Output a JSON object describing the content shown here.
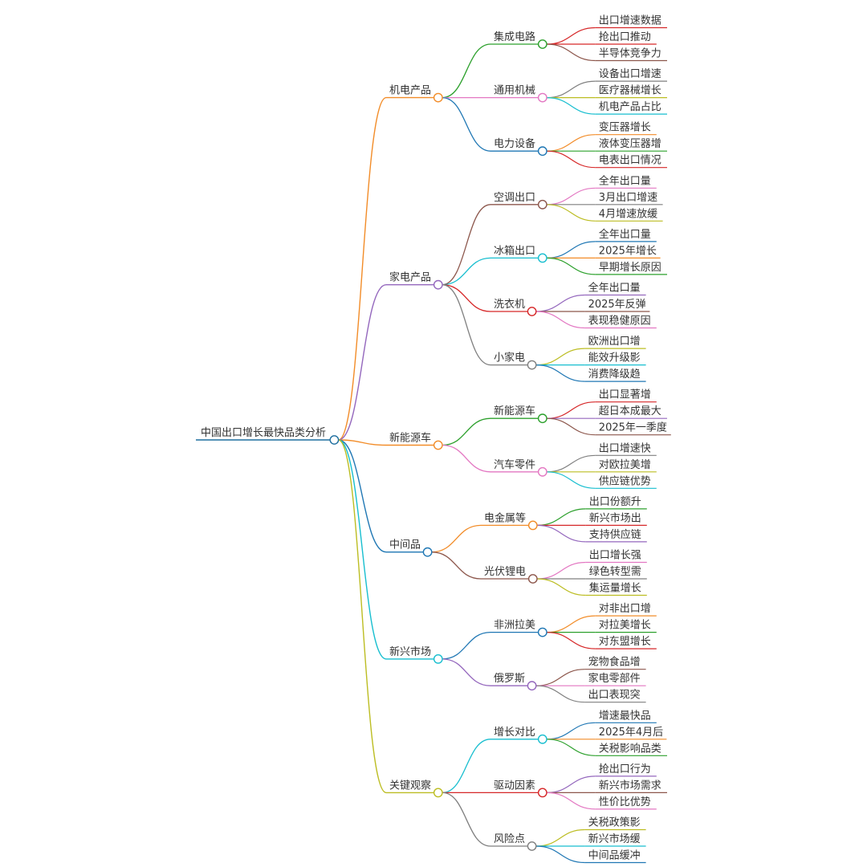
{
  "root": {
    "label": "中国出口增长最快品类分析",
    "color": "#1f6f9f"
  },
  "branches": [
    {
      "label": "机电产品",
      "color": "#f28c28",
      "children": [
        {
          "label": "集成电路",
          "color": "#2ca02c",
          "leaves": [
            {
              "label": "出口增速数据",
              "color": "#d62728"
            },
            {
              "label": "抢出口推动",
              "color": "#d62728"
            },
            {
              "label": "半导体竞争力",
              "color": "#8c564b"
            }
          ]
        },
        {
          "label": "通用机械",
          "color": "#e377c2",
          "leaves": [
            {
              "label": "设备出口增速",
              "color": "#7f7f7f"
            },
            {
              "label": "医疗器械增长",
              "color": "#bcbd22"
            },
            {
              "label": "机电产品占比",
              "color": "#17becf"
            }
          ]
        },
        {
          "label": "电力设备",
          "color": "#1f77b4",
          "leaves": [
            {
              "label": "变压器增长",
              "color": "#f28c28"
            },
            {
              "label": "液体变压器增",
              "color": "#2ca02c"
            },
            {
              "label": "电表出口情况",
              "color": "#d62728"
            }
          ]
        }
      ]
    },
    {
      "label": "家电产品",
      "color": "#9467bd",
      "children": [
        {
          "label": "空调出口",
          "color": "#8c564b",
          "leaves": [
            {
              "label": "全年出口量",
              "color": "#e377c2"
            },
            {
              "label": "3月出口增速",
              "color": "#7f7f7f"
            },
            {
              "label": "4月增速放缓",
              "color": "#bcbd22"
            }
          ]
        },
        {
          "label": "冰箱出口",
          "color": "#17becf",
          "leaves": [
            {
              "label": "全年出口量",
              "color": "#1f77b4"
            },
            {
              "label": "2025年增长",
              "color": "#f28c28"
            },
            {
              "label": "早期增长原因",
              "color": "#2ca02c"
            }
          ]
        },
        {
          "label": "洗衣机",
          "color": "#d62728",
          "leaves": [
            {
              "label": "全年出口量",
              "color": "#9467bd"
            },
            {
              "label": "2025年反弹",
              "color": "#8c564b"
            },
            {
              "label": "表现稳健原因",
              "color": "#e377c2"
            }
          ]
        },
        {
          "label": "小家电",
          "color": "#7f7f7f",
          "leaves": [
            {
              "label": "欧洲出口增",
              "color": "#bcbd22"
            },
            {
              "label": "能效升级影",
              "color": "#17becf"
            },
            {
              "label": "消费降级趋",
              "color": "#1f77b4"
            }
          ]
        }
      ]
    },
    {
      "label": "新能源车",
      "color": "#f28c28",
      "children": [
        {
          "label": "新能源车",
          "color": "#2ca02c",
          "leaves": [
            {
              "label": "出口显著增",
              "color": "#d62728"
            },
            {
              "label": "超日本成最大",
              "color": "#9467bd"
            },
            {
              "label": "2025年一季度",
              "color": "#8c564b"
            }
          ]
        },
        {
          "label": "汽车零件",
          "color": "#e377c2",
          "leaves": [
            {
              "label": "出口增速快",
              "color": "#7f7f7f"
            },
            {
              "label": "对欧拉美增",
              "color": "#bcbd22"
            },
            {
              "label": "供应链优势",
              "color": "#17becf"
            }
          ]
        }
      ]
    },
    {
      "label": "中间品",
      "color": "#1f77b4",
      "children": [
        {
          "label": "电金属等",
          "color": "#f28c28",
          "leaves": [
            {
              "label": "出口份额升",
              "color": "#2ca02c"
            },
            {
              "label": "新兴市场出",
              "color": "#d62728"
            },
            {
              "label": "支持供应链",
              "color": "#9467bd"
            }
          ]
        },
        {
          "label": "光伏锂电",
          "color": "#8c564b",
          "leaves": [
            {
              "label": "出口增长强",
              "color": "#e377c2"
            },
            {
              "label": "绿色转型需",
              "color": "#7f7f7f"
            },
            {
              "label": "集运量增长",
              "color": "#bcbd22"
            }
          ]
        }
      ]
    },
    {
      "label": "新兴市场",
      "color": "#17becf",
      "children": [
        {
          "label": "非洲拉美",
          "color": "#1f77b4",
          "leaves": [
            {
              "label": "对非出口增",
              "color": "#f28c28"
            },
            {
              "label": "对拉美增长",
              "color": "#2ca02c"
            },
            {
              "label": "对东盟增长",
              "color": "#d62728"
            }
          ]
        },
        {
          "label": "俄罗斯",
          "color": "#9467bd",
          "leaves": [
            {
              "label": "宠物食品增",
              "color": "#8c564b"
            },
            {
              "label": "家电零部件",
              "color": "#e377c2"
            },
            {
              "label": "出口表现突",
              "color": "#7f7f7f"
            }
          ]
        }
      ]
    },
    {
      "label": "关键观察",
      "color": "#bcbd22",
      "children": [
        {
          "label": "增长对比",
          "color": "#17becf",
          "leaves": [
            {
              "label": "增速最快品",
              "color": "#1f77b4"
            },
            {
              "label": "2025年4月后",
              "color": "#f28c28"
            },
            {
              "label": "关税影响品类",
              "color": "#2ca02c"
            }
          ]
        },
        {
          "label": "驱动因素",
          "color": "#d62728",
          "leaves": [
            {
              "label": "抢出口行为",
              "color": "#9467bd"
            },
            {
              "label": "新兴市场需求",
              "color": "#8c564b"
            },
            {
              "label": "性价比优势",
              "color": "#e377c2"
            }
          ]
        },
        {
          "label": "风险点",
          "color": "#7f7f7f",
          "leaves": [
            {
              "label": "关税政策影",
              "color": "#bcbd22"
            },
            {
              "label": "新兴市场缓",
              "color": "#17becf"
            },
            {
              "label": "中间品缓冲",
              "color": "#1f77b4"
            }
          ]
        }
      ]
    }
  ]
}
